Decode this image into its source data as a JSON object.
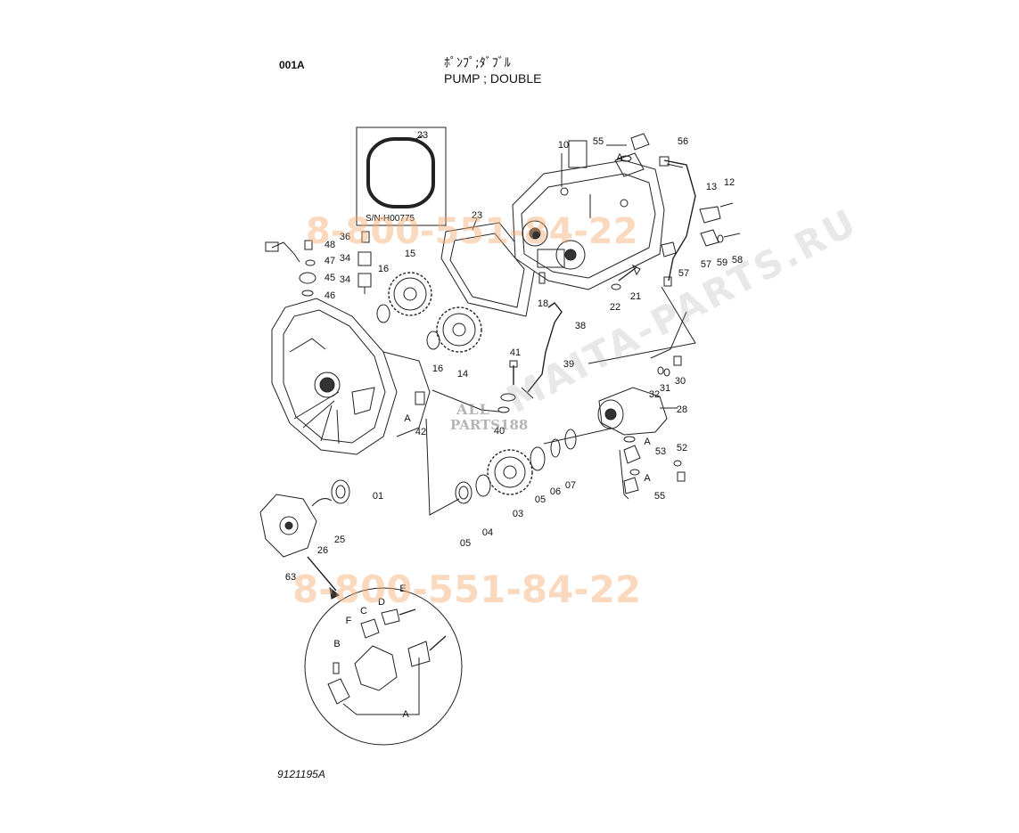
{
  "header": {
    "code": "001A",
    "title_jp": "ﾎﾟﾝﾌﾟ;ﾀﾞﾌﾞﾙ",
    "title_en": "PUMP ; DOUBLE"
  },
  "inset": {
    "callout": "23",
    "serial_label": "S/N-H00775"
  },
  "callouts": {
    "c10": "10",
    "c55a": "55",
    "c56": "56",
    "cA1": "A",
    "c13": "13",
    "c12": "12",
    "c23": "23",
    "c36": "36",
    "c48": "48",
    "c47": "47",
    "c34a": "34",
    "c45": "45",
    "c34b": "34",
    "c46": "46",
    "c16a": "16",
    "c15": "15",
    "c57a": "57",
    "c59": "59",
    "c58": "58",
    "c57b": "57",
    "c21": "21",
    "c22": "22",
    "c18": "18",
    "c38": "38",
    "c16b": "16",
    "c14": "14",
    "c41": "41",
    "c39": "39",
    "c32": "32",
    "c31": "31",
    "c30": "30",
    "c40": "40",
    "cA2": "A",
    "c42": "42",
    "c28": "28",
    "cA3": "A",
    "c53": "53",
    "c52": "52",
    "c55b": "55",
    "cA4": "A",
    "c01": "01",
    "c05a": "05",
    "c06": "06",
    "c07": "07",
    "c03": "03",
    "c04": "04",
    "c05b": "05",
    "c25": "25",
    "c26": "26",
    "c63": "63",
    "cE": "E",
    "cD": "D",
    "cC": "C",
    "cF": "F",
    "cB": "B",
    "cA5": "A"
  },
  "footer": {
    "code": "9121195A"
  },
  "watermarks": {
    "phone_top": "8-800-551-84-22",
    "phone_bottom": "8-800-551-84-22",
    "site": "MAITA-PARTS.RU",
    "logo_line1": "ALL",
    "logo_line2": "PARTS188"
  },
  "colors": {
    "line": "#222222",
    "watermark_phone": "#f5aa6e",
    "watermark_site": "#969696"
  }
}
